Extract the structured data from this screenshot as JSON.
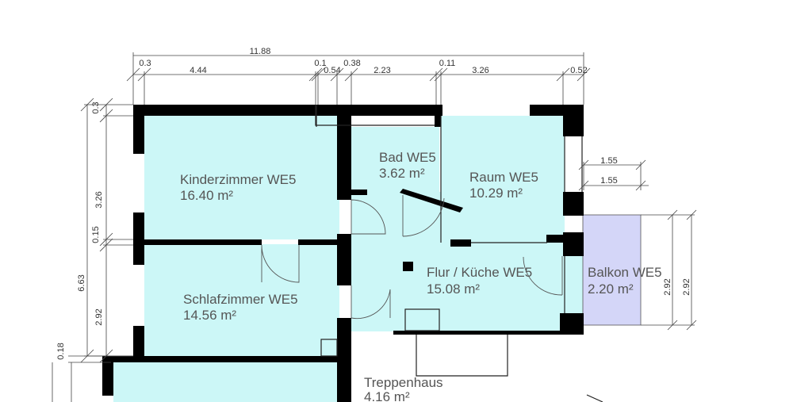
{
  "colors": {
    "room_fill": "#ccf7f7",
    "balcony_fill": "#d4d6f8",
    "wall": "#000000"
  },
  "dimensions": {
    "top_total": "11.88",
    "top_segments": [
      "0.3",
      "4.44",
      "0.1",
      "0.54",
      "0.38",
      "2.23",
      "0.11",
      "3.26",
      "0.52"
    ],
    "balcony_top_1": "1.55",
    "balcony_top_2": "1.55",
    "left_segments": [
      "0.3",
      "3.26",
      "0.15",
      "2.92",
      "0.18"
    ],
    "left_total": "6.63",
    "right_1": "2.92",
    "right_2": "2.92"
  },
  "rooms": {
    "kinderzimmer": {
      "name": "Kinderzimmer WE5",
      "area": "16.40 m²"
    },
    "bad": {
      "name": "Bad WE5",
      "area": "3.62 m²"
    },
    "raum": {
      "name": "Raum WE5",
      "area": "10.29 m²"
    },
    "schlafzimmer": {
      "name": "Schlafzimmer WE5",
      "area": "14.56 m²"
    },
    "flur": {
      "name": "Flur / Küche WE5",
      "area": "15.08 m²"
    },
    "balkon": {
      "name": "Balkon WE5",
      "area": "2.20 m²"
    },
    "treppenhaus": {
      "name": "Treppenhaus",
      "area": "4.16 m²"
    }
  }
}
